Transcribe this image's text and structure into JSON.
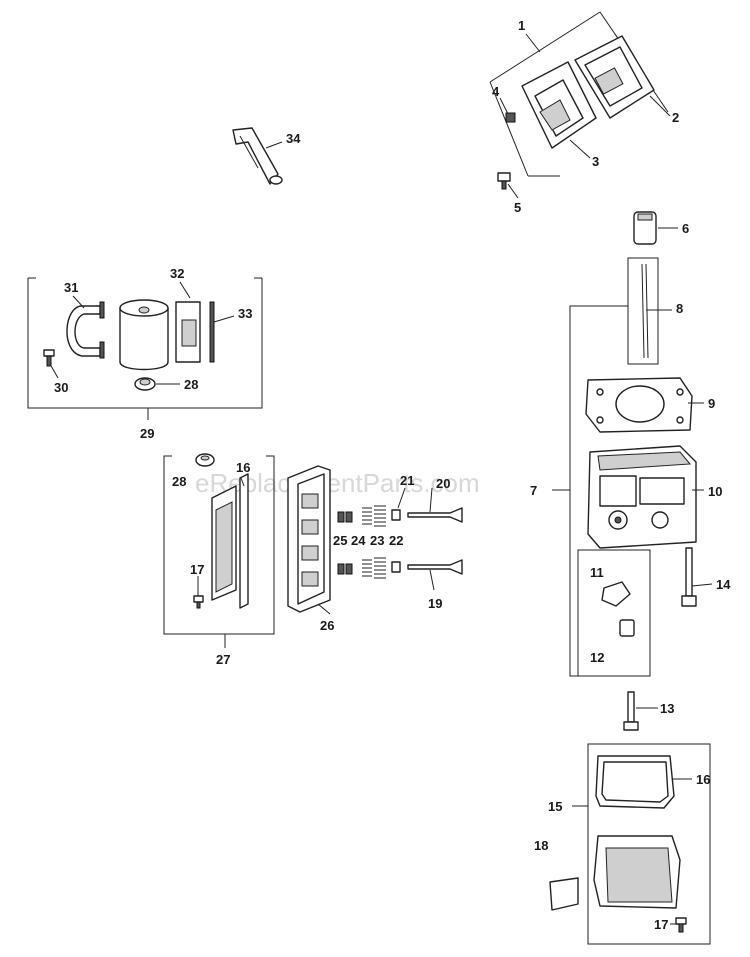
{
  "watermark": "eReplacementParts.com",
  "callouts": {
    "c1": "1",
    "c2": "2",
    "c3": "3",
    "c4": "4",
    "c5": "5",
    "c6": "6",
    "c7": "7",
    "c8": "8",
    "c9": "9",
    "c10": "10",
    "c11": "11",
    "c12": "12",
    "c13": "13",
    "c14": "14",
    "c15": "15",
    "c16a": "16",
    "c16b": "16",
    "c17a": "17",
    "c17b": "17",
    "c18": "18",
    "c19": "19",
    "c20": "20",
    "c21": "21",
    "c22": "22",
    "c23": "23",
    "c24": "24",
    "c25": "25",
    "c26": "26",
    "c27": "27",
    "c28a": "28",
    "c28b": "28",
    "c29": "29",
    "c30": "30",
    "c31": "31",
    "c32": "32",
    "c33": "33",
    "c34": "34"
  }
}
